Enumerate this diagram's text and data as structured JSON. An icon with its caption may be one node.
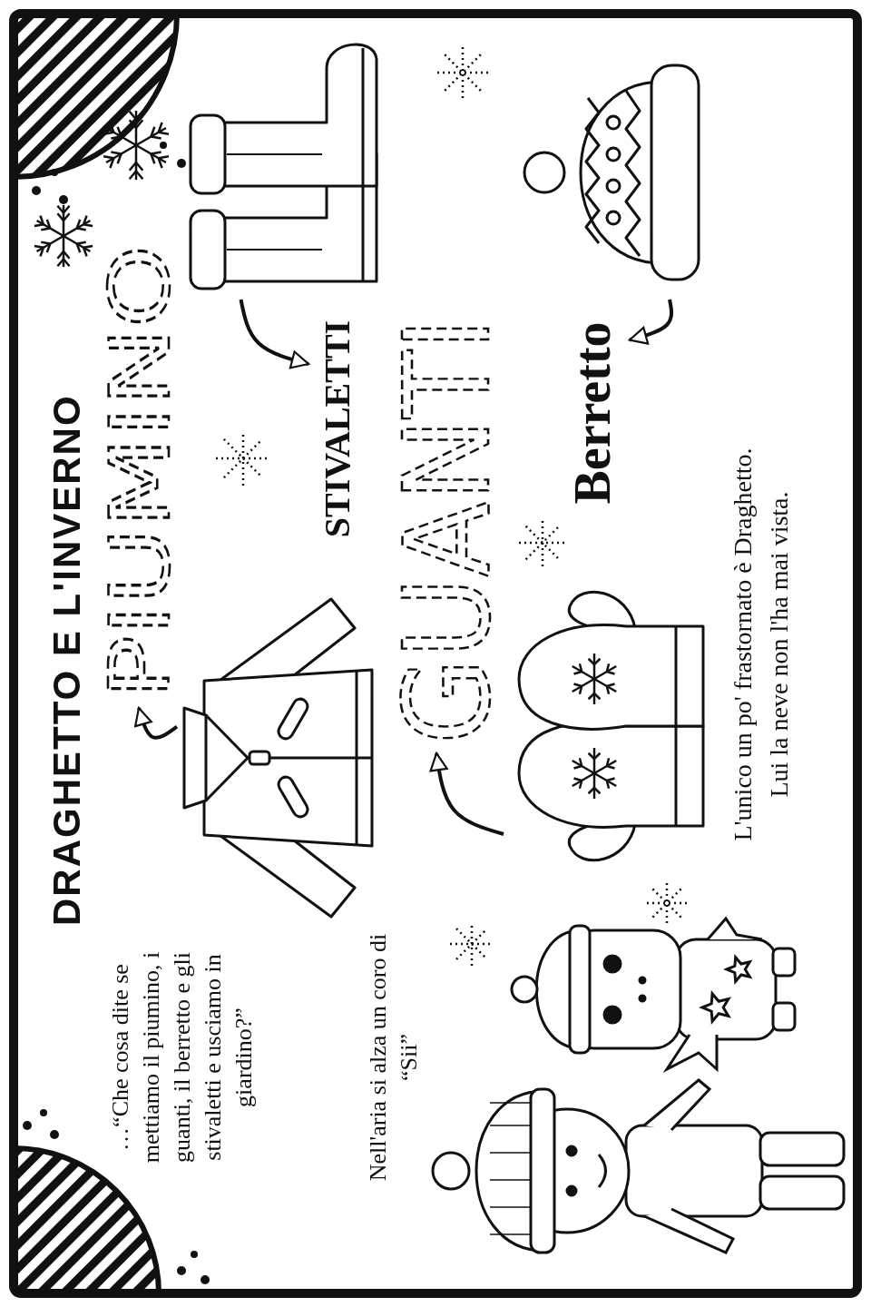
{
  "diagram": {
    "title": "DRAGHETTO E L'INVERNO",
    "nodes": [
      {
        "text": [],
        "shape": "picture"
      },
      {
        "text": [
          "PIUMINO"
        ]
      },
      {
        "text": [],
        "shape": "picture"
      },
      {
        "text": [
          "STIVALETTI"
        ]
      },
      {
        "text": [],
        "shape": "picture"
      },
      {
        "text": [
          "GUANTI"
        ]
      },
      {
        "text": [],
        "shape": "picture"
      },
      {
        "text": [
          "Berretto"
        ]
      }
    ],
    "edges": [
      {
        "from": 0,
        "to": 1,
        "arrow": "to"
      },
      {
        "from": 2,
        "to": 3,
        "arrow": "to"
      },
      {
        "from": 4,
        "to": 5,
        "arrow": "to"
      },
      {
        "from": 6,
        "to": 7,
        "arrow": "to"
      }
    ],
    "labels": [
      "…“Che cosa dite se mettiamo il piumino, i guanti, il berretto e gli stivaletti e usciamo in giardino?”",
      "Nell'aria si alza un coro di “Sii”",
      "L'unico un po' frastornato è Draghetto.",
      "Lui la neve non l'ha mai vista."
    ]
  }
}
